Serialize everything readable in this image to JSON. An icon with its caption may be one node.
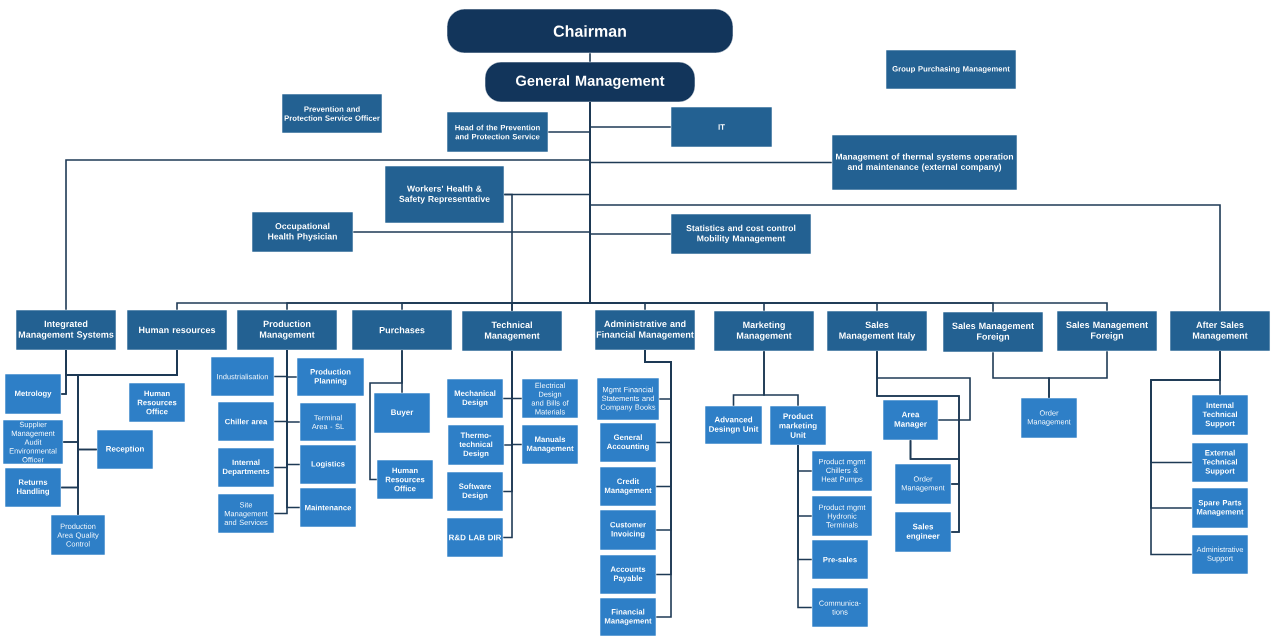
{
  "diagram": {
    "nodes": [
      {
        "text": [
          "Chairman"
        ]
      },
      {
        "text": [
          "General Management"
        ]
      },
      {
        "text": [
          "Group Purchasing Management"
        ]
      },
      {
        "text": [
          "Prevention and Protection Service Officer"
        ]
      },
      {
        "text": [
          "Head of the Prevention and Protection Service"
        ]
      },
      {
        "text": [
          "IT"
        ]
      },
      {
        "text": [
          "Management of thermal systems operation and maintenance (external company)"
        ]
      },
      {
        "text": [
          "Workers' Health & Safety Representative"
        ]
      },
      {
        "text": [
          "Occupational Health Physician"
        ]
      },
      {
        "text": [
          "Statistics and cost control Mobility Management"
        ]
      },
      {
        "text": [
          "Integrated Management Systems"
        ]
      },
      {
        "text": [
          "Human resources"
        ]
      },
      {
        "text": [
          "Production Management"
        ]
      },
      {
        "text": [
          "Purchases"
        ]
      },
      {
        "text": [
          "Technical Management"
        ]
      },
      {
        "text": [
          "Administrative and Financial Management"
        ]
      },
      {
        "text": [
          "Marketing Management"
        ]
      },
      {
        "text": [
          "Sales Management Italy"
        ]
      },
      {
        "text": [
          "Sales Management Foreign"
        ]
      },
      {
        "text": [
          "Sales Management Foreign"
        ]
      },
      {
        "text": [
          "After Sales Management"
        ]
      },
      {
        "text": [
          "Metrology"
        ]
      },
      {
        "text": [
          "Supplier Management Audit Environmental Officer"
        ]
      },
      {
        "text": [
          "Returns Handling"
        ]
      },
      {
        "text": [
          "Reception"
        ]
      },
      {
        "text": [
          "Production Area Quality Control"
        ]
      },
      {
        "text": [
          "Human Resources Office"
        ]
      },
      {
        "text": [
          "Industrialisation"
        ]
      },
      {
        "text": [
          "Production Planning"
        ]
      },
      {
        "text": [
          "Chiller area"
        ]
      },
      {
        "text": [
          "Terminal Area - SL"
        ]
      },
      {
        "text": [
          "Internal Departments"
        ]
      },
      {
        "text": [
          "Logistics"
        ]
      },
      {
        "text": [
          "Site Management and Services"
        ]
      },
      {
        "text": [
          "Maintenance"
        ]
      },
      {
        "text": [
          "Buyer"
        ]
      },
      {
        "text": [
          "Human Resources Office"
        ]
      },
      {
        "text": [
          "Mechanical Design"
        ]
      },
      {
        "text": [
          "Electrical Design and Bills of Materials"
        ]
      },
      {
        "text": [
          "Thermo-technical Design"
        ]
      },
      {
        "text": [
          "Manuals Management"
        ]
      },
      {
        "text": [
          "Software Design"
        ]
      },
      {
        "text": [
          "R&D LAB DIR"
        ]
      },
      {
        "text": [
          "Mgmt Financial Statements and Company Books"
        ]
      },
      {
        "text": [
          "General Accounting"
        ]
      },
      {
        "text": [
          "Credit Management"
        ]
      },
      {
        "text": [
          "Customer Invoicing"
        ]
      },
      {
        "text": [
          "Accounts Payable"
        ]
      },
      {
        "text": [
          "Financial Management"
        ]
      },
      {
        "text": [
          "Advanced Desingn Unit"
        ]
      },
      {
        "text": [
          "Product marketing Unit"
        ]
      },
      {
        "text": [
          "Product mgmt Chillers & Heat Pumps"
        ]
      },
      {
        "text": [
          "Product mgmt Hydronic Terminals"
        ]
      },
      {
        "text": [
          "Pre-sales"
        ]
      },
      {
        "text": [
          "Communica-tions"
        ]
      },
      {
        "text": [
          "Area Manager"
        ]
      },
      {
        "text": [
          "Order Management"
        ]
      },
      {
        "text": [
          "Sales engineer"
        ]
      },
      {
        "text": [
          "Order Management"
        ]
      },
      {
        "text": [
          "Internal Technical Support"
        ]
      },
      {
        "text": [
          "External Technical Support"
        ]
      },
      {
        "text": [
          "Spare Parts Management"
        ]
      },
      {
        "text": [
          "Administrative Support"
        ]
      }
    ],
    "edges": [
      {
        "from": 0,
        "to": 1,
        "arrow": "none"
      },
      {
        "from": 1,
        "to": 4,
        "arrow": "none"
      },
      {
        "from": 1,
        "to": 5,
        "arrow": "none"
      },
      {
        "from": 1,
        "to": 6,
        "arrow": "none"
      },
      {
        "from": 1,
        "to": 7,
        "arrow": "none"
      },
      {
        "from": 1,
        "to": 8,
        "arrow": "none"
      },
      {
        "from": 1,
        "to": 9,
        "arrow": "none"
      },
      {
        "from": 1,
        "to": 10,
        "arrow": "none"
      },
      {
        "from": 1,
        "to": 11,
        "arrow": "none"
      },
      {
        "from": 1,
        "to": 12,
        "arrow": "none"
      },
      {
        "from": 1,
        "to": 13,
        "arrow": "none"
      },
      {
        "from": 1,
        "to": 14,
        "arrow": "none"
      },
      {
        "from": 1,
        "to": 15,
        "arrow": "none"
      },
      {
        "from": 1,
        "to": 16,
        "arrow": "none"
      },
      {
        "from": 1,
        "to": 17,
        "arrow": "none"
      },
      {
        "from": 1,
        "to": 18,
        "arrow": "none"
      },
      {
        "from": 1,
        "to": 19,
        "arrow": "none"
      },
      {
        "from": 1,
        "to": 20,
        "arrow": "none"
      },
      {
        "from": 7,
        "to": 14,
        "arrow": "none"
      },
      {
        "from": 10,
        "to": 21,
        "arrow": "none"
      },
      {
        "from": 10,
        "to": 22,
        "arrow": "none"
      },
      {
        "from": 10,
        "to": 23,
        "arrow": "none"
      },
      {
        "from": 10,
        "to": 24,
        "arrow": "none"
      },
      {
        "from": 10,
        "to": 25,
        "arrow": "none"
      },
      {
        "from": 11,
        "to": 21,
        "arrow": "none"
      },
      {
        "from": 11,
        "to": 22,
        "arrow": "none"
      },
      {
        "from": 11,
        "to": 23,
        "arrow": "none"
      },
      {
        "from": 11,
        "to": 24,
        "arrow": "none"
      },
      {
        "from": 11,
        "to": 25,
        "arrow": "none"
      },
      {
        "from": 12,
        "to": 27,
        "arrow": "none"
      },
      {
        "from": 12,
        "to": 28,
        "arrow": "none"
      },
      {
        "from": 12,
        "to": 29,
        "arrow": "none"
      },
      {
        "from": 12,
        "to": 30,
        "arrow": "none"
      },
      {
        "from": 12,
        "to": 31,
        "arrow": "none"
      },
      {
        "from": 12,
        "to": 32,
        "arrow": "none"
      },
      {
        "from": 12,
        "to": 33,
        "arrow": "none"
      },
      {
        "from": 12,
        "to": 34,
        "arrow": "none"
      },
      {
        "from": 13,
        "to": 35,
        "arrow": "none"
      },
      {
        "from": 13,
        "to": 36,
        "arrow": "none"
      },
      {
        "from": 14,
        "to": 37,
        "arrow": "none"
      },
      {
        "from": 14,
        "to": 38,
        "arrow": "none"
      },
      {
        "from": 14,
        "to": 39,
        "arrow": "none"
      },
      {
        "from": 14,
        "to": 40,
        "arrow": "none"
      },
      {
        "from": 14,
        "to": 41,
        "arrow": "none"
      },
      {
        "from": 14,
        "to": 42,
        "arrow": "none"
      },
      {
        "from": 15,
        "to": 43,
        "arrow": "none"
      },
      {
        "from": 15,
        "to": 44,
        "arrow": "none"
      },
      {
        "from": 15,
        "to": 45,
        "arrow": "none"
      },
      {
        "from": 15,
        "to": 46,
        "arrow": "none"
      },
      {
        "from": 15,
        "to": 47,
        "arrow": "none"
      },
      {
        "from": 15,
        "to": 48,
        "arrow": "none"
      },
      {
        "from": 16,
        "to": 49,
        "arrow": "none"
      },
      {
        "from": 16,
        "to": 50,
        "arrow": "none"
      },
      {
        "from": 50,
        "to": 51,
        "arrow": "none"
      },
      {
        "from": 50,
        "to": 52,
        "arrow": "none"
      },
      {
        "from": 50,
        "to": 53,
        "arrow": "none"
      },
      {
        "from": 50,
        "to": 54,
        "arrow": "none"
      },
      {
        "from": 17,
        "to": 55,
        "arrow": "none"
      },
      {
        "from": 17,
        "to": 56,
        "arrow": "none"
      },
      {
        "from": 17,
        "to": 57,
        "arrow": "none"
      },
      {
        "from": 55,
        "to": 56,
        "arrow": "none"
      },
      {
        "from": 55,
        "to": 57,
        "arrow": "none"
      },
      {
        "from": 18,
        "to": 58,
        "arrow": "none"
      },
      {
        "from": 19,
        "to": 58,
        "arrow": "none"
      },
      {
        "from": 20,
        "to": 59,
        "arrow": "none"
      },
      {
        "from": 20,
        "to": 60,
        "arrow": "none"
      },
      {
        "from": 20,
        "to": 61,
        "arrow": "none"
      },
      {
        "from": 20,
        "to": 62,
        "arrow": "none"
      }
    ]
  }
}
